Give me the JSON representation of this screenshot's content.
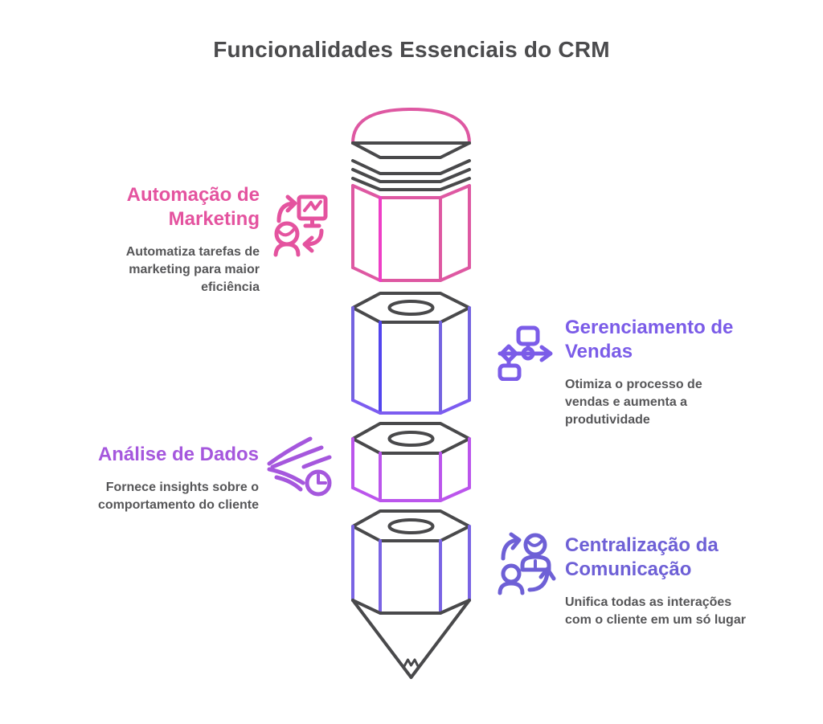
{
  "title": "Funcionalidades Essenciais do CRM",
  "colors": {
    "title_text": "#4b4b4d",
    "body_text": "#565658",
    "marketing_pink": "#e4539f",
    "vendas_purple": "#7b5ce8",
    "analise_violet": "#a557dd",
    "comunicacao_purple": "#6e60d6",
    "pencil_dark": "#49494b"
  },
  "features": [
    {
      "heading": "Automação de\nMarketing",
      "description": "Automatiza tarefas de\nmarketing para maior\neficiência",
      "icon": "person-monitor-sync-icon",
      "accent": "#e4539f",
      "side": "left"
    },
    {
      "heading": "Gerenciamento de\nVendas",
      "description": "Otimiza o processo de\nvendas e aumenta a\nprodutividade",
      "icon": "flowchart-icon",
      "accent": "#7b5ce8",
      "side": "right"
    },
    {
      "heading": "Análise de Dados",
      "description": "Fornece insights sobre o\ncomportamento do cliente",
      "icon": "speed-clock-icon",
      "accent": "#a557dd",
      "side": "left"
    },
    {
      "heading": "Centralização da\nComunicação",
      "description": "Unifica todas as interações\ncom o cliente em um só lugar",
      "icon": "people-sync-icon",
      "accent": "#6e60d6",
      "side": "right"
    }
  ],
  "pencil": {
    "label": "pencil-split-into-four-segments",
    "dark": "#49494b",
    "eraser_pink": "#de58a2",
    "eraser_inner_pink": "#ee3fc6",
    "segment2_purple": "#7463e0",
    "segment2_inner_blue": "#5244ee",
    "segment2_bottom_purple": "#7c5cf0",
    "segment3_violet": "#bb55ec",
    "segment4_purple": "#7a64e4"
  }
}
